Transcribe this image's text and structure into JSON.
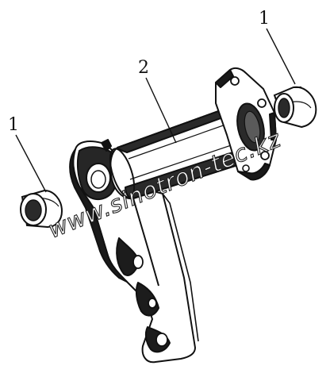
{
  "callouts": {
    "bushing_right": "1",
    "shaft": "2",
    "bushing_left": "1"
  },
  "watermark": "www.sinotron-tec.kz",
  "colors": {
    "ink": "#111111",
    "background": "#ffffff"
  }
}
